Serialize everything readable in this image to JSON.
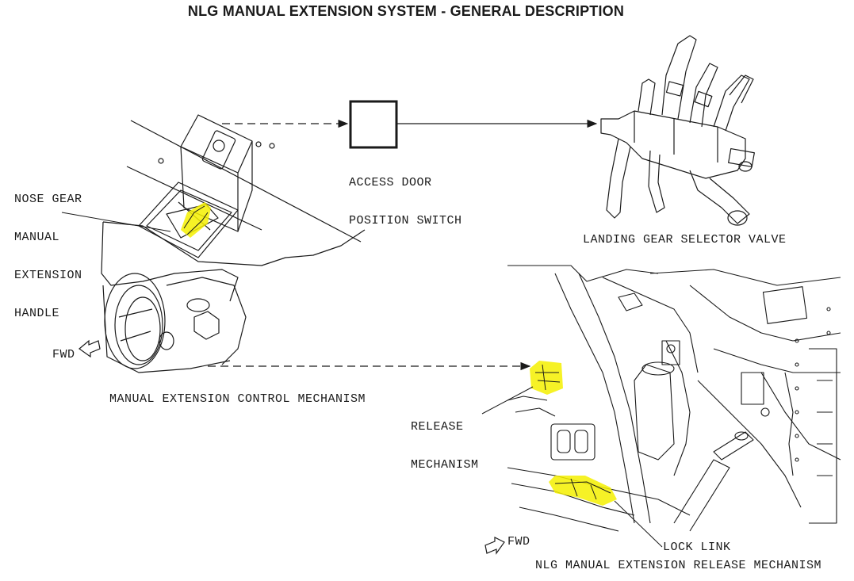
{
  "title": "NLG MANUAL EXTENSION SYSTEM - GENERAL DESCRIPTION",
  "labels": {
    "nose_gear_handle": [
      "NOSE GEAR",
      "MANUAL",
      "EXTENSION",
      "HANDLE"
    ],
    "access_door_switch": [
      "ACCESS DOOR",
      "POSITION SWITCH"
    ],
    "selector_valve": "LANDING GEAR SELECTOR VALVE",
    "control_mechanism": "MANUAL EXTENSION CONTROL MECHANISM",
    "release_mechanism": [
      "RELEASE",
      "MECHANISM"
    ],
    "lock_link": "LOCK LINK",
    "release_mechanism_view": "NLG MANUAL EXTENSION RELEASE MECHANISM",
    "fwd_left": "FWD",
    "fwd_right": "FWD"
  },
  "colors": {
    "line": "#1a1a1a",
    "highlight": "#f5f000"
  }
}
